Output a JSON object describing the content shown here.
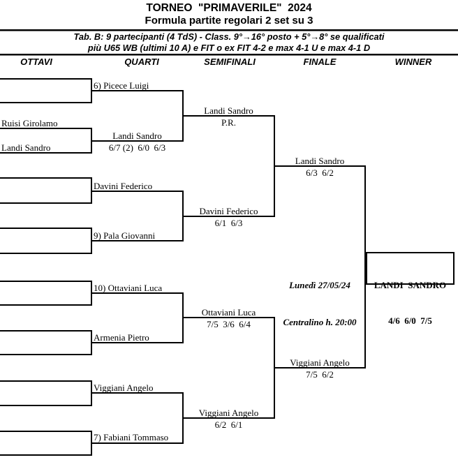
{
  "header": {
    "title": "TORNEO  \"PRIMAVERILE\"  2024",
    "subtitle": "Formula partite regolari 2 set su 3",
    "info_line1": "Tab. B: 9 partecipanti (4 TdS) - Class. 9°→16° posto + 5°→8° se qualificati",
    "info_line2": "più U65 WB (ultimi 10 A) e FIT o ex FIT 4-2 e max 4-1 U e max 4-1 D"
  },
  "columns": {
    "ottavi": "OTTAVI",
    "quarti": "QUARTI",
    "semifinali": "SEMIFINALI",
    "finale": "FINALE",
    "winner": "WINNER"
  },
  "bracket": {
    "ottavi": {
      "player3": "Ruisi Girolamo",
      "player4": "Landi Sandro"
    },
    "quarti": {
      "q1": {
        "name": "6) Picece Luigi"
      },
      "q2": {
        "name": "Landi Sandro",
        "score": "6/7 (2)  6/0  6/3"
      },
      "q3": {
        "name": "Davini Federico"
      },
      "q4": {
        "name": "9) Pala Giovanni"
      },
      "q5": {
        "name": "10) Ottaviani Luca"
      },
      "q6": {
        "name": "Armenia Pietro"
      },
      "q7": {
        "name": "Viggiani Angelo"
      },
      "q8": {
        "name": "7) Fabiani Tommaso"
      }
    },
    "semifinali": {
      "s1": {
        "name": "Landi Sandro",
        "score": "P.R."
      },
      "s2": {
        "name": "Davini Federico",
        "score": "6/1  6/3"
      },
      "s3": {
        "name": "Ottaviani Luca",
        "score": "7/5  3/6  6/4"
      },
      "s4": {
        "name": "Viggiani Angelo",
        "score": "6/2  6/1"
      }
    },
    "finale": {
      "f1": {
        "name": "Landi Sandro",
        "score": "6/3  6/2"
      },
      "f2": {
        "name": "Viggiani Angelo",
        "score": "7/5  6/2"
      }
    },
    "schedule": {
      "line1": "Lunedì 27/05/24",
      "line2": "Centralino h. 20:00"
    },
    "winner": {
      "name": "LANDI  SANDRO",
      "score": "4/6  6/0  7/5"
    }
  }
}
